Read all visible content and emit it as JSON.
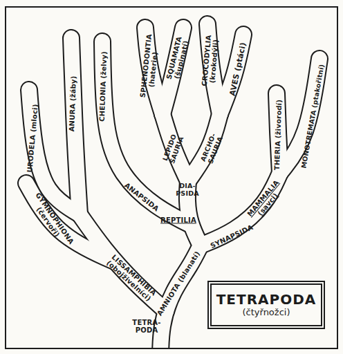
{
  "diagram": {
    "nodes": [
      {
        "text": [
          "TETRAPODA",
          "(čtyřnožci)"
        ]
      }
    ],
    "labels": [
      "URODELA (mloci)",
      "ANURA (žáby)",
      "CHELONIA (želvy)",
      "SPHENODONTIA (haterie)",
      "SQUAMATA (šupinatí)",
      "CROCODYLIA (krokodýli)",
      "AVES (ptáci)",
      "THERIA (živorodí)",
      "MONOTREMATA (ptakořitní)",
      "LEPIDO SAURIA",
      "ARCHO- SAURIA",
      "DIA- PSIDA",
      "ANAPSIDA",
      "REPTILIA",
      "GYMNOPHIONA (červoři)",
      "MAMMALIA (savci)",
      "SYNAPSIDA",
      "LISSAMPHIBIA (obojživelníci)",
      "AMNIOTA (blanatí)",
      "TETRA- PODA"
    ]
  }
}
